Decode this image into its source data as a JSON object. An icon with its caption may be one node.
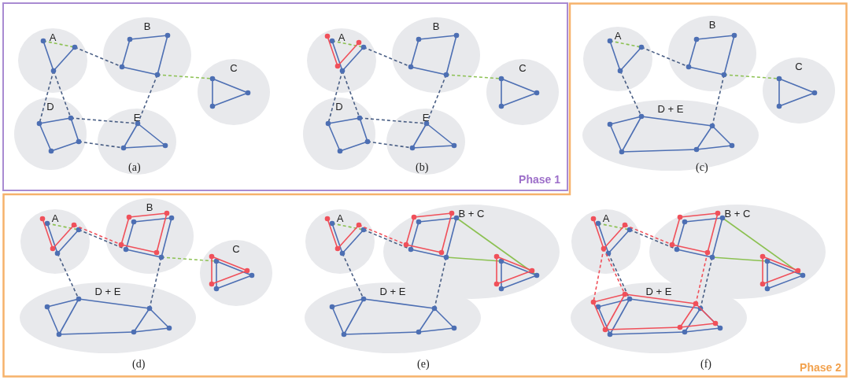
{
  "diagram": {
    "nodes": [
      {
        "text": [
          "Phase 1"
        ]
      },
      {
        "text": [
          "A"
        ],
        "in": 0
      },
      {
        "text": [
          "B"
        ],
        "in": 0
      },
      {
        "text": [
          "C"
        ],
        "in": 0
      },
      {
        "text": [
          "D"
        ],
        "in": 0
      },
      {
        "text": [
          "E"
        ],
        "in": 0
      },
      {
        "text": [
          "A"
        ],
        "in": 0
      },
      {
        "text": [
          "B"
        ],
        "in": 0
      },
      {
        "text": [
          "C"
        ],
        "in": 0
      },
      {
        "text": [
          "D"
        ],
        "in": 0
      },
      {
        "text": [
          "E"
        ],
        "in": 0
      },
      {
        "text": [
          "Phase 2"
        ]
      },
      {
        "text": [
          "A"
        ],
        "in": 11
      },
      {
        "text": [
          "B"
        ],
        "in": 11
      },
      {
        "text": [
          "C"
        ],
        "in": 11
      },
      {
        "text": [
          "D + E"
        ],
        "in": 11
      },
      {
        "text": [
          "A"
        ],
        "in": 11
      },
      {
        "text": [
          "B"
        ],
        "in": 11
      },
      {
        "text": [
          "C"
        ],
        "in": 11
      },
      {
        "text": [
          "D + E"
        ],
        "in": 11
      },
      {
        "text": [
          "A"
        ],
        "in": 11
      },
      {
        "text": [
          "B + C"
        ],
        "in": 11
      },
      {
        "text": [
          "D + E"
        ],
        "in": 11
      },
      {
        "text": [
          "A"
        ],
        "in": 11
      },
      {
        "text": [
          "B + C"
        ],
        "in": 11
      },
      {
        "text": [
          "D + E"
        ],
        "in": 11
      }
    ],
    "edges": [],
    "labels": [
      "(a)",
      "(b)",
      "(c)",
      "(d)",
      "(e)",
      "(f)"
    ]
  }
}
